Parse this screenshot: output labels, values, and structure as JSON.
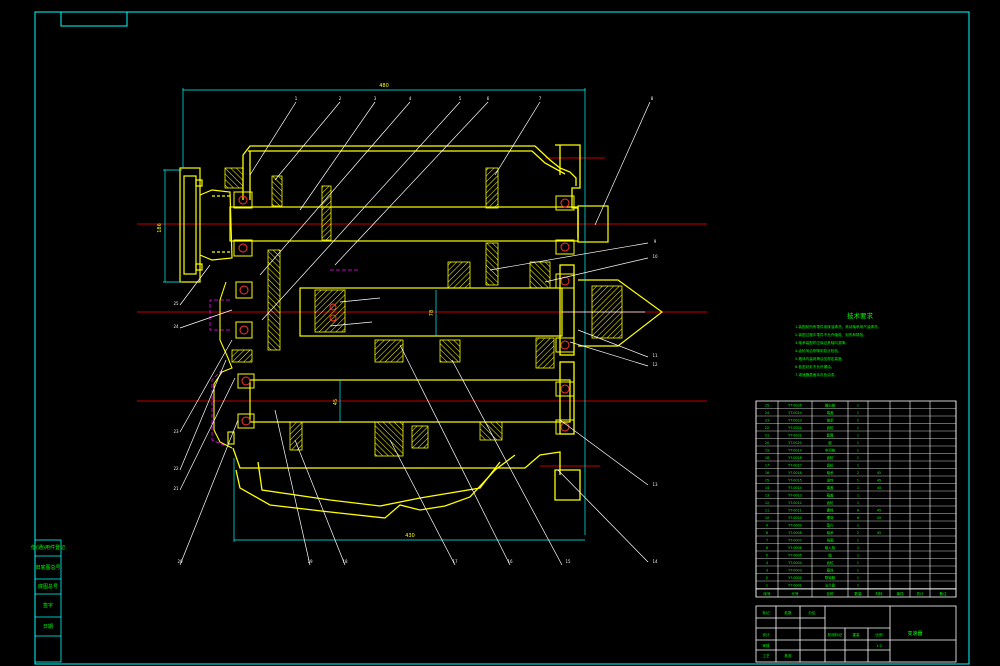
{
  "tech_requirements": {
    "title": "技术要求",
    "lines": [
      "1.装配前所有零件用煤油清洗，滚动轴承用汽油清洗。",
      "2.装配过程中零件不允许磕碰、划伤和锈蚀。",
      "3.轴承装配时应保证其轴向游隙。",
      "4.齿轮啮合侧隙用铅丝检验。",
      "5.箱体内装润滑油至规定高度。",
      "6.各密封处不允许漏油。",
      "7.减速器表面涂灰色油漆。"
    ]
  },
  "bom": {
    "header": [
      "序号",
      "代号",
      "名称",
      "数量",
      "材料",
      "单件",
      "总计",
      "备注"
    ],
    "rows": [
      [
        "25",
        "YT-0025",
        "输出轴",
        "1",
        "",
        ""
      ],
      [
        "24",
        "YT-0024",
        "端盖",
        "1",
        "",
        ""
      ],
      [
        "23",
        "YT-0023",
        "轴承",
        "2",
        "",
        ""
      ],
      [
        "22",
        "YT-0022",
        "齿轮",
        "1",
        "",
        ""
      ],
      [
        "21",
        "YT-0021",
        "套筒",
        "1",
        "",
        ""
      ],
      [
        "20",
        "YT-0020",
        "键",
        "1",
        "",
        ""
      ],
      [
        "19",
        "YT-0019",
        "中间轴",
        "1",
        "",
        ""
      ],
      [
        "18",
        "YT-0018",
        "齿轮",
        "1",
        "",
        ""
      ],
      [
        "17",
        "YT-0017",
        "齿轮",
        "1",
        "",
        ""
      ],
      [
        "16",
        "YT-0016",
        "轴承",
        "2",
        "45",
        ""
      ],
      [
        "15",
        "YT-0015",
        "油封",
        "1",
        "45",
        ""
      ],
      [
        "14",
        "YT-0014",
        "端盖",
        "1",
        "45",
        ""
      ],
      [
        "13",
        "YT-0013",
        "箱盖",
        "1",
        "",
        ""
      ],
      [
        "12",
        "YT-0012",
        "齿轮",
        "1",
        "",
        ""
      ],
      [
        "11",
        "YT-0011",
        "螺栓",
        "6",
        "45",
        ""
      ],
      [
        "10",
        "YT-0010",
        "螺母",
        "6",
        "45",
        ""
      ],
      [
        "9",
        "YT-0009",
        "垫片",
        "1",
        "",
        ""
      ],
      [
        "8",
        "YT-0008",
        "轴承",
        "2",
        "45",
        ""
      ],
      [
        "7",
        "YT-0007",
        "挡圈",
        "1",
        "",
        ""
      ],
      [
        "6",
        "YT-0006",
        "输入轴",
        "1",
        "",
        ""
      ],
      [
        "5",
        "YT-0005",
        "键",
        "1",
        "",
        ""
      ],
      [
        "4",
        "YT-0004",
        "齿轮",
        "1",
        "",
        ""
      ],
      [
        "3",
        "YT-0003",
        "箱体",
        "1",
        "",
        ""
      ],
      [
        "2",
        "YT-0002",
        "联轴器",
        "1",
        "",
        ""
      ],
      [
        "1",
        "YT-0001",
        "法兰盘",
        "1",
        "",
        ""
      ]
    ]
  },
  "title_block": {
    "drawing_name": "变速器",
    "labels": [
      "标记",
      "处数",
      "分区",
      "设计",
      "审核",
      "工艺",
      "批准",
      "阶段标记",
      "重量",
      "比例"
    ],
    "scale": "1:2"
  },
  "side_stamp": [
    "借(通)用件登记",
    "旧底图总号",
    "底图总号",
    "签字",
    "日期"
  ],
  "dimensions": {
    "overall_length": "480",
    "overall_length_bottom": "430",
    "flange_height": "186",
    "shaft_dia": "45",
    "center_distance": "78"
  },
  "balloons": [
    "1",
    "2",
    "3",
    "4",
    "5",
    "6",
    "7",
    "8",
    "9",
    "10",
    "11",
    "12",
    "13",
    "14",
    "15",
    "16",
    "17",
    "18",
    "19",
    "20",
    "21",
    "22",
    "23",
    "24",
    "25"
  ],
  "colors": {
    "border": "#00ffff",
    "outline": "#ffff00",
    "text": "#00ff00",
    "center": "#ff0000",
    "hidden": "#ff00ff",
    "dim": "#00ffff"
  }
}
